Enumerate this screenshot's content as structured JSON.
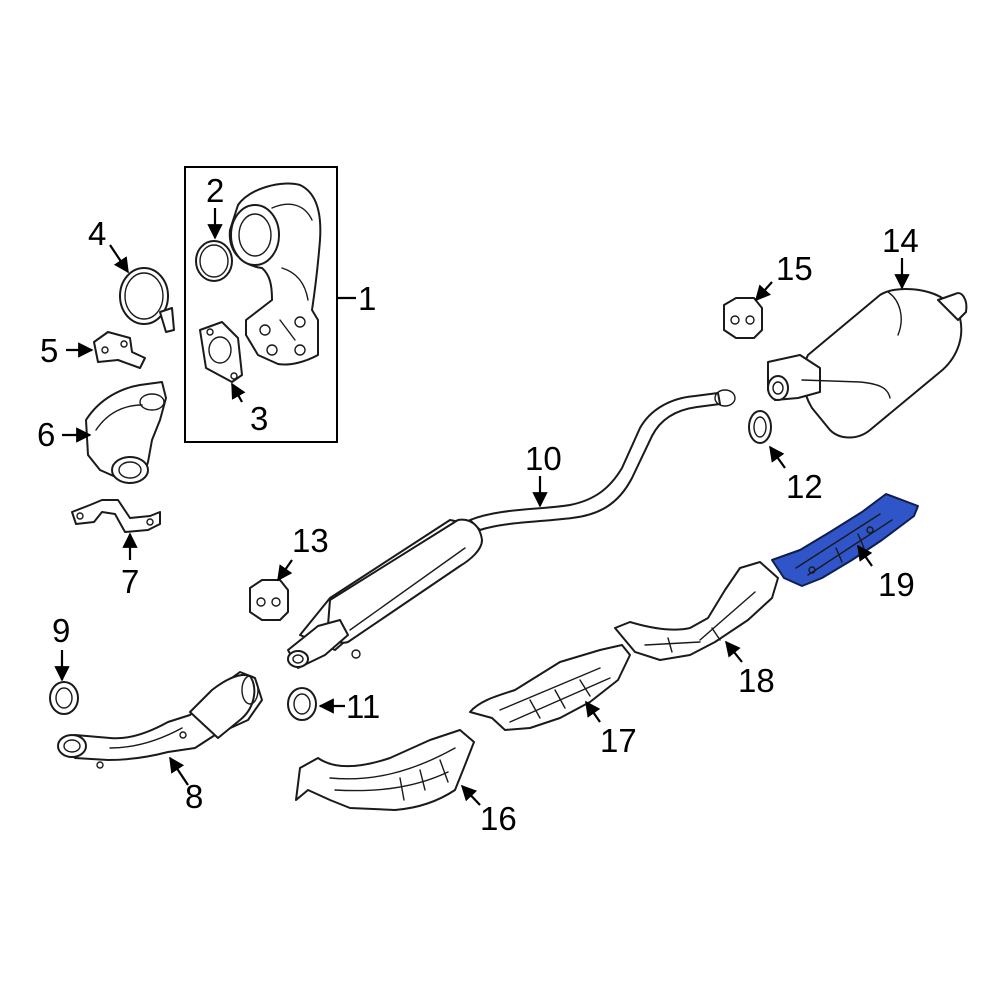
{
  "highlight_color": "#2f55c9",
  "highlighted_part": "19",
  "callouts": {
    "c1": "1",
    "c2": "2",
    "c3": "3",
    "c4": "4",
    "c5": "5",
    "c6": "6",
    "c7": "7",
    "c8": "8",
    "c9": "9",
    "c10": "10",
    "c11": "11",
    "c12": "12",
    "c13": "13",
    "c14": "14",
    "c15": "15",
    "c16": "16",
    "c17": "17",
    "c18": "18",
    "c19": "19"
  }
}
